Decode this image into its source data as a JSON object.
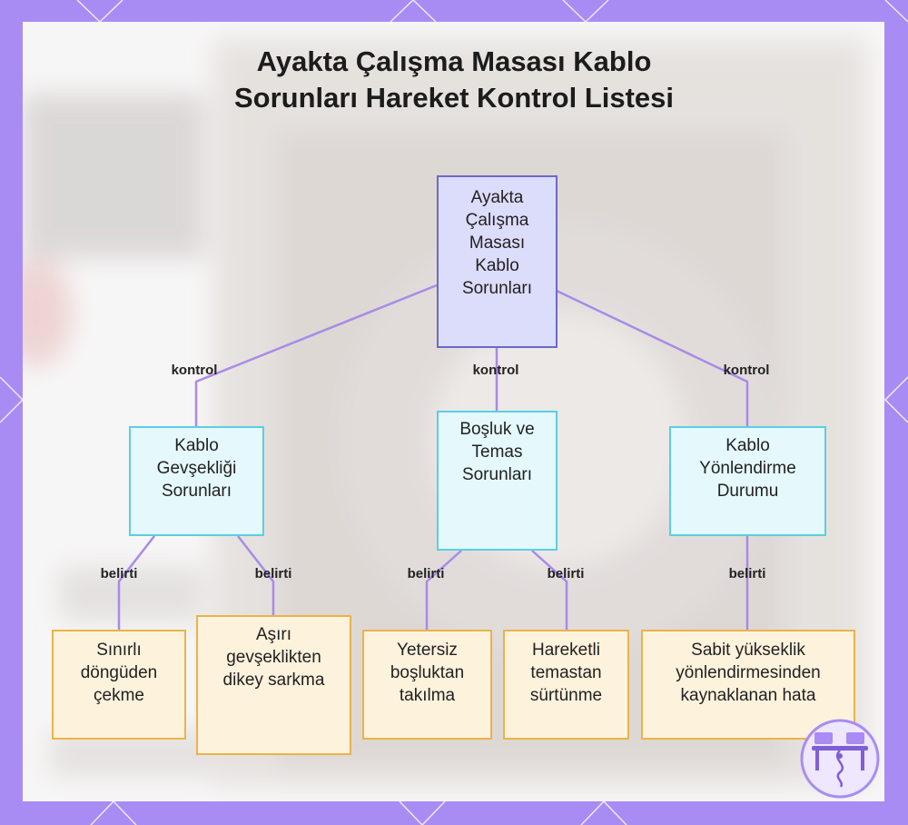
{
  "title": "Ayakta Çalışma Masası Kablo\nSorunları Hareket Kontrol Listesi",
  "colors": {
    "frame": "#a98cf3",
    "edge": "#a98ae8",
    "root_fill": "#dcdcfb",
    "root_border": "#6a6ac7",
    "mid_fill": "#e5f8fb",
    "mid_border": "#5ccee3",
    "leaf_fill": "#fdf2dc",
    "leaf_border": "#eab34a"
  },
  "nodes": {
    "root": "Ayakta Çalışma Masası Kablo Sorunları",
    "slack": "Kablo Gevşekliği Sorunları",
    "clearance": "Boşluk ve Temas Sorunları",
    "routing": "Kablo Yönlendirme Durumu",
    "leaf1": "Sınırlı döngüden çekme",
    "leaf2": "Aşırı gevşeklikten dikey sarkma",
    "leaf3": "Yetersiz boşluktan takılma",
    "leaf4": "Hareketli temastan sürtünme",
    "leaf5": "Sabit yükseklik yönlendirmesinden kaynaklanan hata"
  },
  "edge_labels": {
    "root_slack": "kontrol",
    "root_clearance": "kontrol",
    "root_routing": "kontrol",
    "slack_leaf1": "belirti",
    "slack_leaf2": "belirti",
    "clearance_leaf3": "belirti",
    "clearance_leaf4": "belirti",
    "routing_leaf5": "belirti"
  },
  "icons": {
    "badge": "standing-desk-cable-icon"
  }
}
